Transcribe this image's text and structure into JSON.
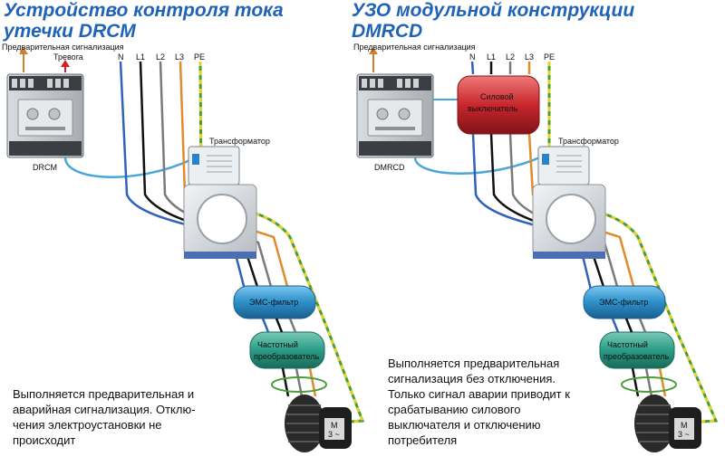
{
  "left": {
    "title_lines": [
      "Устройство контроля тока",
      "утечки DRCM"
    ],
    "prealarm_label": "Предварительная сигнализация",
    "alarm_label": "Тревога",
    "device_label": "DRCM",
    "transformer_label": "Трансформатор",
    "conductors": [
      "N",
      "L1",
      "L2",
      "L3",
      "PE"
    ],
    "emc_label": "ЭМС-фильтр",
    "converter_lines": [
      "Частотный",
      "преобразователь"
    ],
    "motor_lines": [
      "M",
      "3 ~"
    ],
    "description_lines": [
      "Выполняется предварительная и",
      "аварийная сигнализация. Отклю-",
      "чения электроустановки не",
      "происходит"
    ]
  },
  "right": {
    "title_lines": [
      "УЗО модульной конструкции",
      "DMRCD"
    ],
    "prealarm_label": "Предварительная сигнализация",
    "device_label": "DMRCD",
    "breaker_lines": [
      "Силовой",
      "выключатель"
    ],
    "transformer_label": "Трансформатор",
    "conductors": [
      "N",
      "L1",
      "L2",
      "L3",
      "PE"
    ],
    "emc_label": "ЭМС-фильтр",
    "converter_lines": [
      "Частотный",
      "преобразователь"
    ],
    "motor_lines": [
      "M",
      "3 ~"
    ],
    "description_lines": [
      "Выполняется предварительная",
      "сигнализация без отключения.",
      "Только сигнал аварии приводит к",
      "срабатыванию силового",
      "выключателя и отключению",
      "потребителя"
    ]
  },
  "colors": {
    "title": "#1f63b7",
    "wire_n": "#2f62b8",
    "wire_l1": "#111111",
    "wire_l2": "#7a7a7a",
    "wire_l3": "#e08b2c",
    "wire_pe_green": "#4a9e3a",
    "wire_pe_yellow": "#e3d22a",
    "signal_cable": "#4aa6d8",
    "prealarm_arrow": "#d0822a",
    "alarm_arrow": "#d0202a",
    "emc_filter": "#2c8fc9",
    "converter": "#2a9c86",
    "breaker": "#c8262c"
  }
}
